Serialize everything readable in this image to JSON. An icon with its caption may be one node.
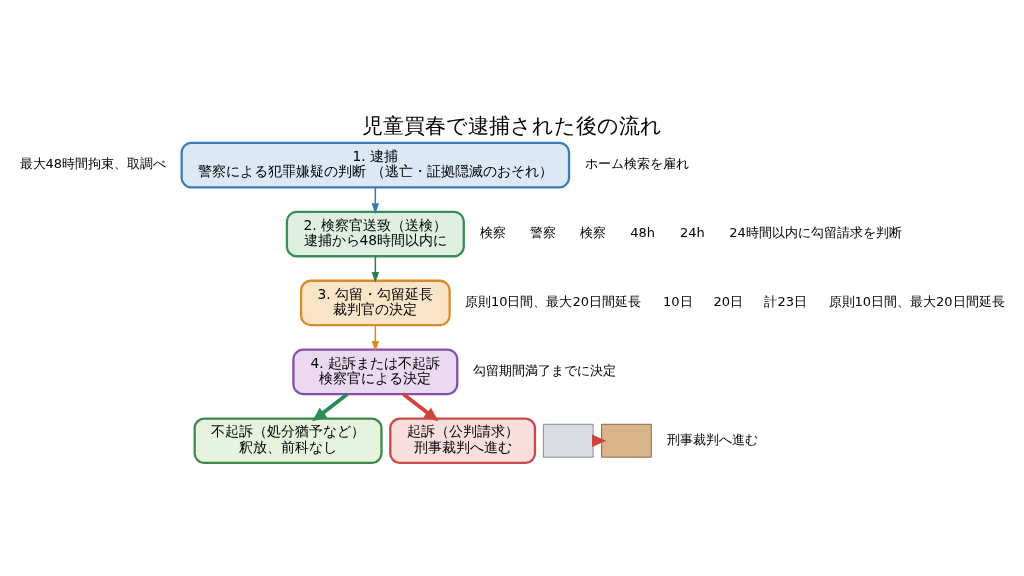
{
  "diagram": {
    "title": "児童買春で逮捕された後の流れ",
    "nodes": [
      {
        "text": [
          "1. 逮捕",
          "警察による犯罪嫌疑の判断 （逃亡・証拠隠滅のおそれ）"
        ]
      },
      {
        "text": [
          "2. 検察官送致（送検）",
          "逮捕から48時間以内に"
        ]
      },
      {
        "text": [
          "3. 勾留・勾留延長",
          "裁判官の決定"
        ]
      },
      {
        "text": [
          "4. 起訴または不起訴",
          "検察官による決定"
        ]
      },
      {
        "text": [
          "不起訴（処分猶予など）",
          "釈放、前科なし"
        ]
      },
      {
        "text": [
          "起訴（公判請求）",
          "刑事裁判へ進む"
        ]
      },
      {
        "text": [],
        "shape": "box"
      },
      {
        "text": [],
        "shape": "box"
      }
    ],
    "edges": [
      {
        "from": 0,
        "to": 1,
        "arrow": "to",
        "color": "#3a78b5"
      },
      {
        "from": 1,
        "to": 2,
        "arrow": "to",
        "color": "#2e7d4f"
      },
      {
        "from": 2,
        "to": 3,
        "arrow": "to",
        "color": "#e08a1e"
      },
      {
        "from": 3,
        "to": 4,
        "arrow": "to",
        "style": "thick",
        "color": "#2e8b57"
      },
      {
        "from": 3,
        "to": 5,
        "arrow": "to",
        "style": "thick",
        "color": "#d0443a"
      },
      {
        "from": 6,
        "to": 7,
        "arrow": "to",
        "style": "thick",
        "color": "#d0443a"
      }
    ],
    "labels": [
      "最大48時間拘束、取調べ",
      "ホーム検索を雇れ",
      "検察",
      "48h",
      "24h",
      "警察",
      "検察",
      "24時間以内に勾留請求を判断",
      "原則10日間、最大20日間延長",
      "10日",
      "20日",
      "計23日",
      "原則10日間、最大20日間延長",
      "勾留期間満了までに決定",
      "刑事裁判へ進む"
    ]
  }
}
